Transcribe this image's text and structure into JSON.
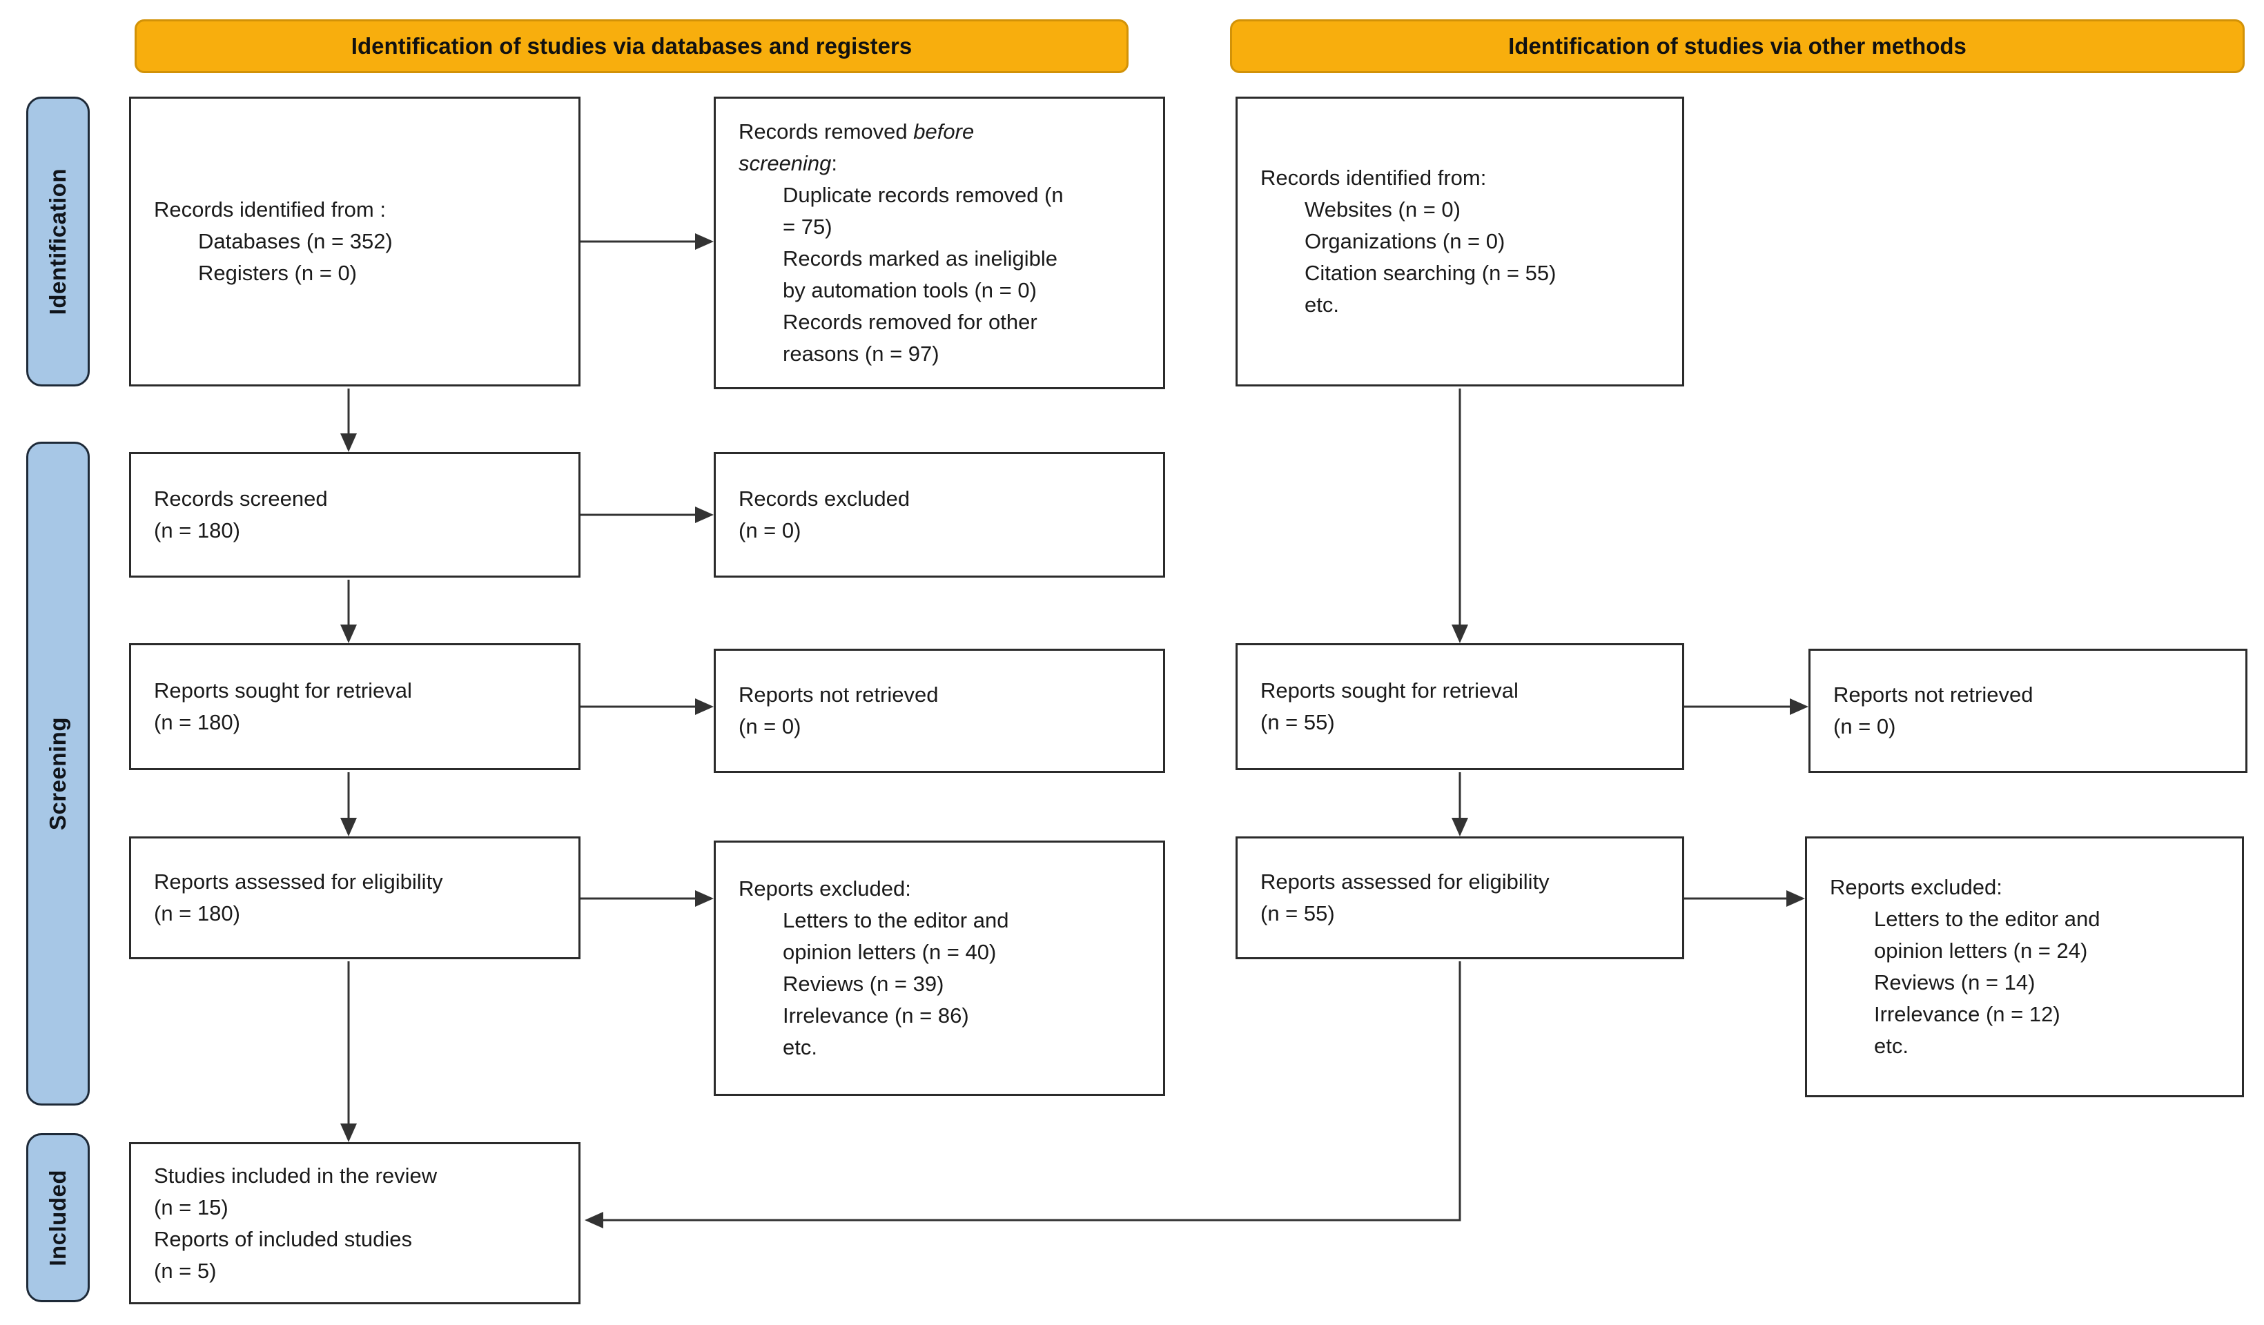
{
  "colors": {
    "banner_fill": "#F8AE0D",
    "banner_border": "#D29208",
    "stage_fill": "#A7C7E6",
    "stage_border": "#1E2A38",
    "box_border": "#2B2B2B",
    "arrow": "#333333",
    "text": "#1A1A1A",
    "background": "#FFFFFF"
  },
  "banners": [
    {
      "id": "databases-registers",
      "label": "Identification of studies via databases and registers"
    },
    {
      "id": "other-methods",
      "label": "Identification of studies via other methods"
    }
  ],
  "stages": [
    {
      "id": "identification",
      "label": "Identification"
    },
    {
      "id": "screening",
      "label": "Screening"
    },
    {
      "id": "included",
      "label": "Included"
    }
  ],
  "boxes": [
    {
      "id": "db-identified",
      "lines": [
        {
          "indent": 0,
          "segments": [
            {
              "text": "Records identified from :"
            }
          ]
        },
        {
          "indent": 1,
          "segments": [
            {
              "text": "Databases (n = 352)"
            }
          ]
        },
        {
          "indent": 1,
          "segments": [
            {
              "text": "Registers (n = 0)"
            }
          ]
        }
      ]
    },
    {
      "id": "db-removed",
      "lines": [
        {
          "indent": 0,
          "segments": [
            {
              "text": "Records removed "
            },
            {
              "text": "before",
              "italic": true
            }
          ]
        },
        {
          "indent": 0,
          "segments": [
            {
              "text": "screening",
              "italic": true
            },
            {
              "text": ":"
            }
          ]
        },
        {
          "indent": 1,
          "segments": [
            {
              "text": "Duplicate records removed (n"
            }
          ]
        },
        {
          "indent": 1,
          "segments": [
            {
              "text": "= 75)"
            }
          ]
        },
        {
          "indent": 1,
          "segments": [
            {
              "text": "Records marked as ineligible"
            }
          ]
        },
        {
          "indent": 1,
          "segments": [
            {
              "text": "by automation tools (n = 0)"
            }
          ]
        },
        {
          "indent": 1,
          "segments": [
            {
              "text": "Records removed for other"
            }
          ]
        },
        {
          "indent": 1,
          "segments": [
            {
              "text": "reasons (n = 97)"
            }
          ]
        }
      ]
    },
    {
      "id": "db-screened",
      "lines": [
        {
          "indent": 0,
          "segments": [
            {
              "text": "Records screened"
            }
          ]
        },
        {
          "indent": 0,
          "segments": [
            {
              "text": "(n = 180)"
            }
          ]
        }
      ]
    },
    {
      "id": "db-screen-excluded",
      "lines": [
        {
          "indent": 0,
          "segments": [
            {
              "text": "Records excluded"
            }
          ]
        },
        {
          "indent": 0,
          "segments": [
            {
              "text": "(n = 0)"
            }
          ]
        }
      ]
    },
    {
      "id": "db-sought",
      "lines": [
        {
          "indent": 0,
          "segments": [
            {
              "text": "Reports sought for retrieval"
            }
          ]
        },
        {
          "indent": 0,
          "segments": [
            {
              "text": "(n = 180)"
            }
          ]
        }
      ]
    },
    {
      "id": "db-not-retrieved",
      "lines": [
        {
          "indent": 0,
          "segments": [
            {
              "text": "Reports not retrieved"
            }
          ]
        },
        {
          "indent": 0,
          "segments": [
            {
              "text": "(n = 0)"
            }
          ]
        }
      ]
    },
    {
      "id": "db-assessed",
      "lines": [
        {
          "indent": 0,
          "segments": [
            {
              "text": "Reports assessed for eligibility"
            }
          ]
        },
        {
          "indent": 0,
          "segments": [
            {
              "text": "(n = 180)"
            }
          ]
        }
      ]
    },
    {
      "id": "db-reports-excluded",
      "lines": [
        {
          "indent": 0,
          "segments": [
            {
              "text": "Reports excluded:"
            }
          ]
        },
        {
          "indent": 1,
          "segments": [
            {
              "text": "Letters to the editor and"
            }
          ]
        },
        {
          "indent": 1,
          "segments": [
            {
              "text": "opinion letters (n = 40)"
            }
          ]
        },
        {
          "indent": 1,
          "segments": [
            {
              "text": "Reviews (n = 39)"
            }
          ]
        },
        {
          "indent": 1,
          "segments": [
            {
              "text": "Irrelevance (n = 86)"
            }
          ]
        },
        {
          "indent": 1,
          "segments": [
            {
              "text": "etc."
            }
          ]
        }
      ]
    },
    {
      "id": "included-studies",
      "lines": [
        {
          "indent": 0,
          "segments": [
            {
              "text": "Studies included in the review"
            }
          ]
        },
        {
          "indent": 0,
          "segments": [
            {
              "text": "(n = 15)"
            }
          ]
        },
        {
          "indent": 0,
          "segments": [
            {
              "text": "Reports of included studies"
            }
          ]
        },
        {
          "indent": 0,
          "segments": [
            {
              "text": "(n = 5)"
            }
          ]
        }
      ]
    },
    {
      "id": "other-identified",
      "lines": [
        {
          "indent": 0,
          "segments": [
            {
              "text": "Records identified from:"
            }
          ]
        },
        {
          "indent": 1,
          "segments": [
            {
              "text": "Websites (n = 0)"
            }
          ]
        },
        {
          "indent": 1,
          "segments": [
            {
              "text": "Organizations (n = 0)"
            }
          ]
        },
        {
          "indent": 1,
          "segments": [
            {
              "text": "Citation searching (n = 55)"
            }
          ]
        },
        {
          "indent": 1,
          "segments": [
            {
              "text": "etc."
            }
          ]
        }
      ]
    },
    {
      "id": "other-sought",
      "lines": [
        {
          "indent": 0,
          "segments": [
            {
              "text": "Reports sought for retrieval"
            }
          ]
        },
        {
          "indent": 0,
          "segments": [
            {
              "text": "(n = 55)"
            }
          ]
        }
      ]
    },
    {
      "id": "other-not-retrieved",
      "lines": [
        {
          "indent": 0,
          "segments": [
            {
              "text": "Reports not retrieved"
            }
          ]
        },
        {
          "indent": 0,
          "segments": [
            {
              "text": "(n = 0)"
            }
          ]
        }
      ]
    },
    {
      "id": "other-assessed",
      "lines": [
        {
          "indent": 0,
          "segments": [
            {
              "text": "Reports assessed for eligibility"
            }
          ]
        },
        {
          "indent": 0,
          "segments": [
            {
              "text": "(n = 55)"
            }
          ]
        }
      ]
    },
    {
      "id": "other-reports-excluded",
      "lines": [
        {
          "indent": 0,
          "segments": [
            {
              "text": "Reports excluded:"
            }
          ]
        },
        {
          "indent": 1,
          "segments": [
            {
              "text": "Letters to the editor and"
            }
          ]
        },
        {
          "indent": 1,
          "segments": [
            {
              "text": "opinion letters (n = 24)"
            }
          ]
        },
        {
          "indent": 1,
          "segments": [
            {
              "text": "Reviews (n = 14)"
            }
          ]
        },
        {
          "indent": 1,
          "segments": [
            {
              "text": "Irrelevance (n = 12)"
            }
          ]
        },
        {
          "indent": 1,
          "segments": [
            {
              "text": "etc."
            }
          ]
        }
      ]
    }
  ]
}
